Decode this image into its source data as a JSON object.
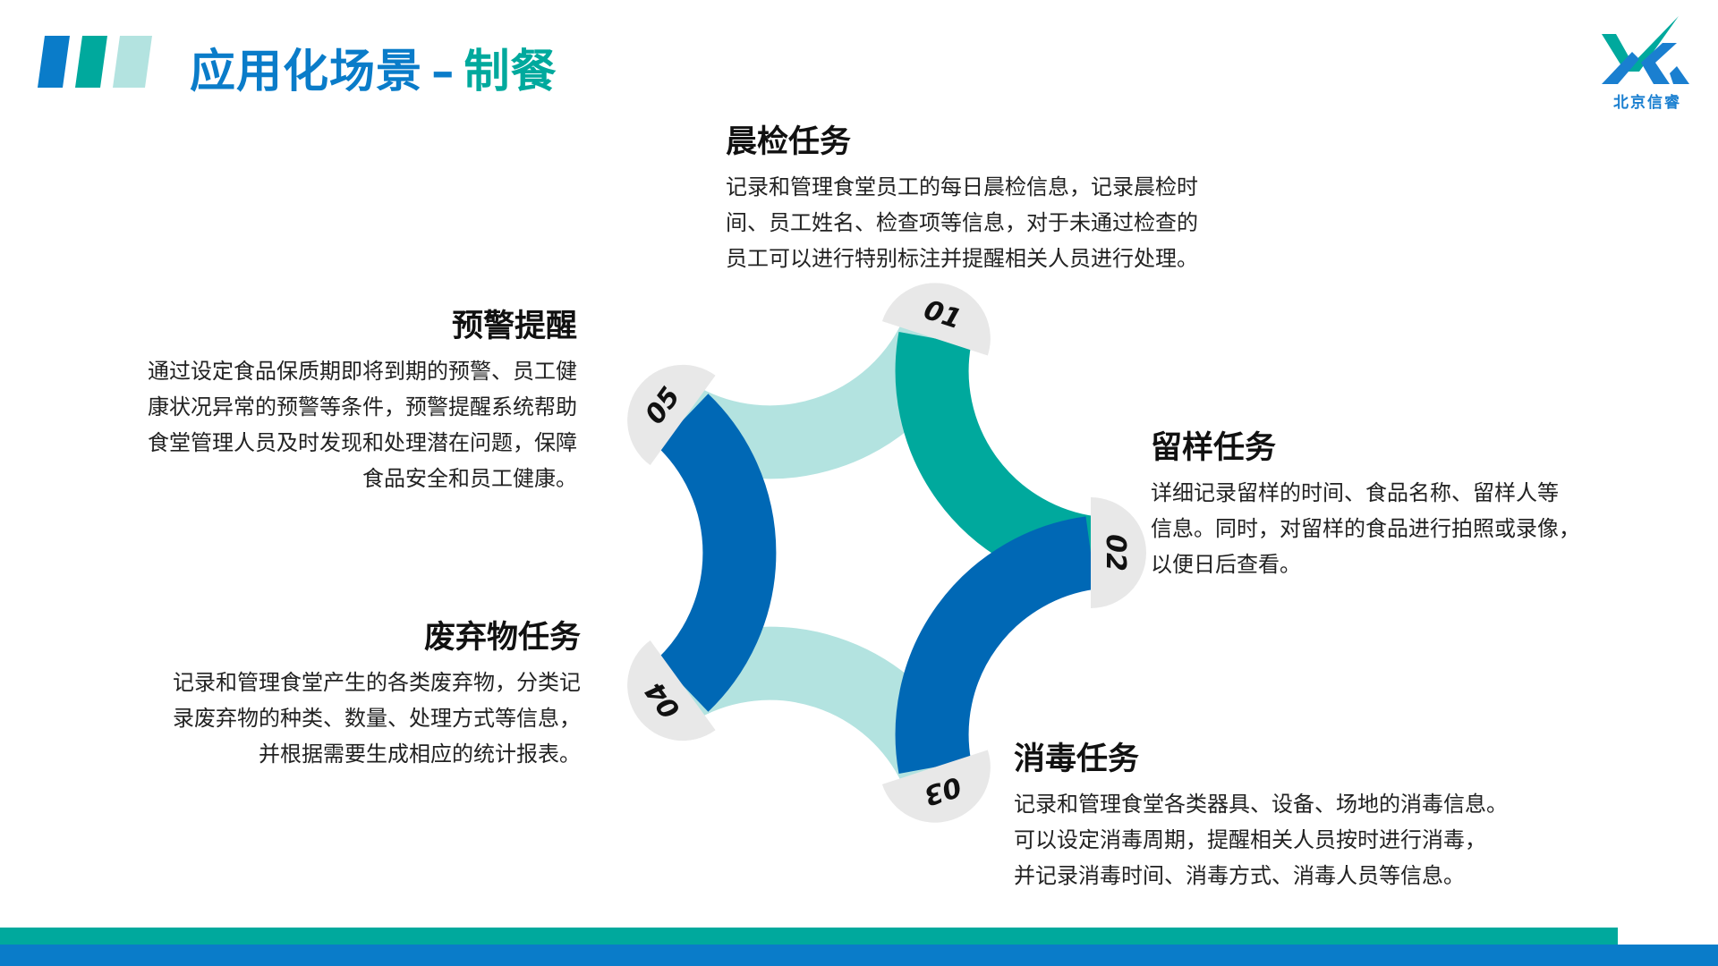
{
  "header": {
    "title_main": "应用化场景",
    "title_dash": "–",
    "title_sub": "制餐"
  },
  "logo": {
    "text": "北京信睿",
    "mark": "XR"
  },
  "colors": {
    "dark_blue": "#0068b5",
    "teal": "#00a99d",
    "light_teal": "#b3e3e0",
    "badge_gray": "#e8e8e8",
    "title_blue": "#0a7cc9"
  },
  "steps": [
    {
      "num": "01",
      "title": "晨检任务",
      "lines": [
        "记录和管理食堂员工的每日晨检信息，记录晨检时",
        "间、员工姓名、检查项等信息，对于未通过检查的",
        "员工可以进行特别标注并提醒相关人员进行处理。"
      ]
    },
    {
      "num": "02",
      "title": "留样任务",
      "lines": [
        "详细记录留样的时间、食品名称、留样人等",
        "信息。同时，对留样的食品进行拍照或录像，",
        "以便日后查看。"
      ]
    },
    {
      "num": "03",
      "title": "消毒任务",
      "lines": [
        "记录和管理食堂各类器具、设备、场地的消毒信息。",
        "可以设定消毒周期，提醒相关人员按时进行消毒，",
        "并记录消毒时间、消毒方式、消毒人员等信息。"
      ]
    },
    {
      "num": "04",
      "title": "废弃物任务",
      "lines": [
        "记录和管理食堂产生的各类废弃物，分类记",
        "录废弃物的种类、数量、处理方式等信息，",
        "并根据需要生成相应的统计报表。"
      ]
    },
    {
      "num": "05",
      "title": "预警提醒",
      "lines": [
        "通过设定食品保质期即将到期的预警、员工健",
        "康状况异常的预警等条件，预警提醒系统帮助",
        "食堂管理人员及时发现和处理潜在问题，保障",
        "食品安全和员工健康。"
      ]
    }
  ]
}
